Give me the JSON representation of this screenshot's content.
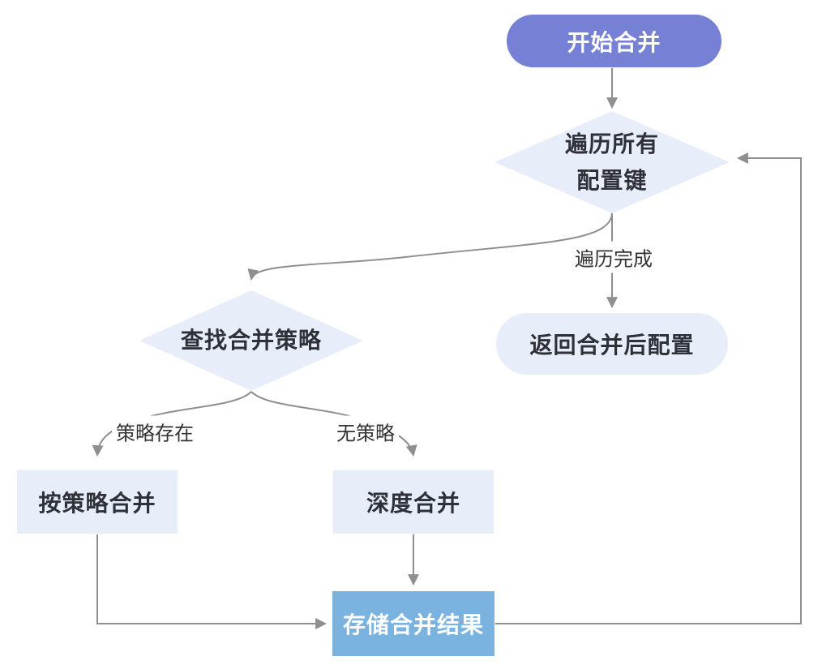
{
  "diagram": {
    "type": "flowchart",
    "nodes": {
      "start": {
        "label": "开始合并"
      },
      "iterate_keys": {
        "label": "遍历所有\n配置键"
      },
      "return_config": {
        "label": "返回合并后配置"
      },
      "find_strategy": {
        "label": "查找合并策略"
      },
      "merge_by_strategy": {
        "label": "按策略合并"
      },
      "deep_merge": {
        "label": "深度合并"
      },
      "store_result": {
        "label": "存储合并结果"
      }
    },
    "edge_labels": {
      "iteration_done": "遍历完成",
      "strategy_exists": "策略存在",
      "no_strategy": "无策略"
    },
    "colors": {
      "canvas_bg": "#ffffff",
      "start_fill": "#7681d6",
      "start_text": "#ffffff",
      "light_fill": "#e8edfa",
      "store_fill": "#7ab2e0",
      "store_text": "#ffffff",
      "node_text": "#2f3138",
      "edge": "#8f8f8f",
      "label_text": "#333333"
    }
  }
}
